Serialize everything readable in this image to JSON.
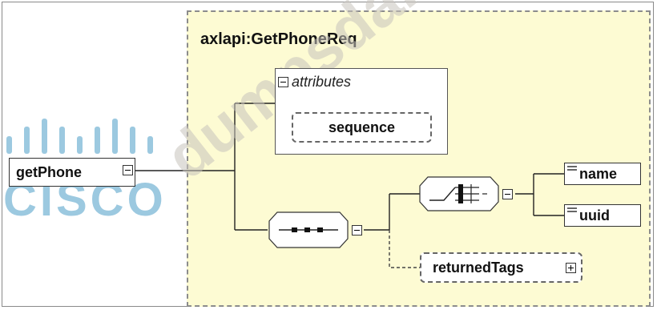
{
  "diagram": {
    "type_name": "axlapi:GetPhoneReq",
    "root_element": "getPhone",
    "attributes_label": "attributes",
    "attribute_group": "sequence",
    "children": [
      "name",
      "uuid"
    ],
    "optional_child": "returnedTags"
  },
  "watermarks": {
    "logo_text": "CISCO",
    "site_text": "dumpsda.com"
  },
  "colors": {
    "type_background": "#fdfbd3",
    "logo": "#9cc9e0"
  }
}
